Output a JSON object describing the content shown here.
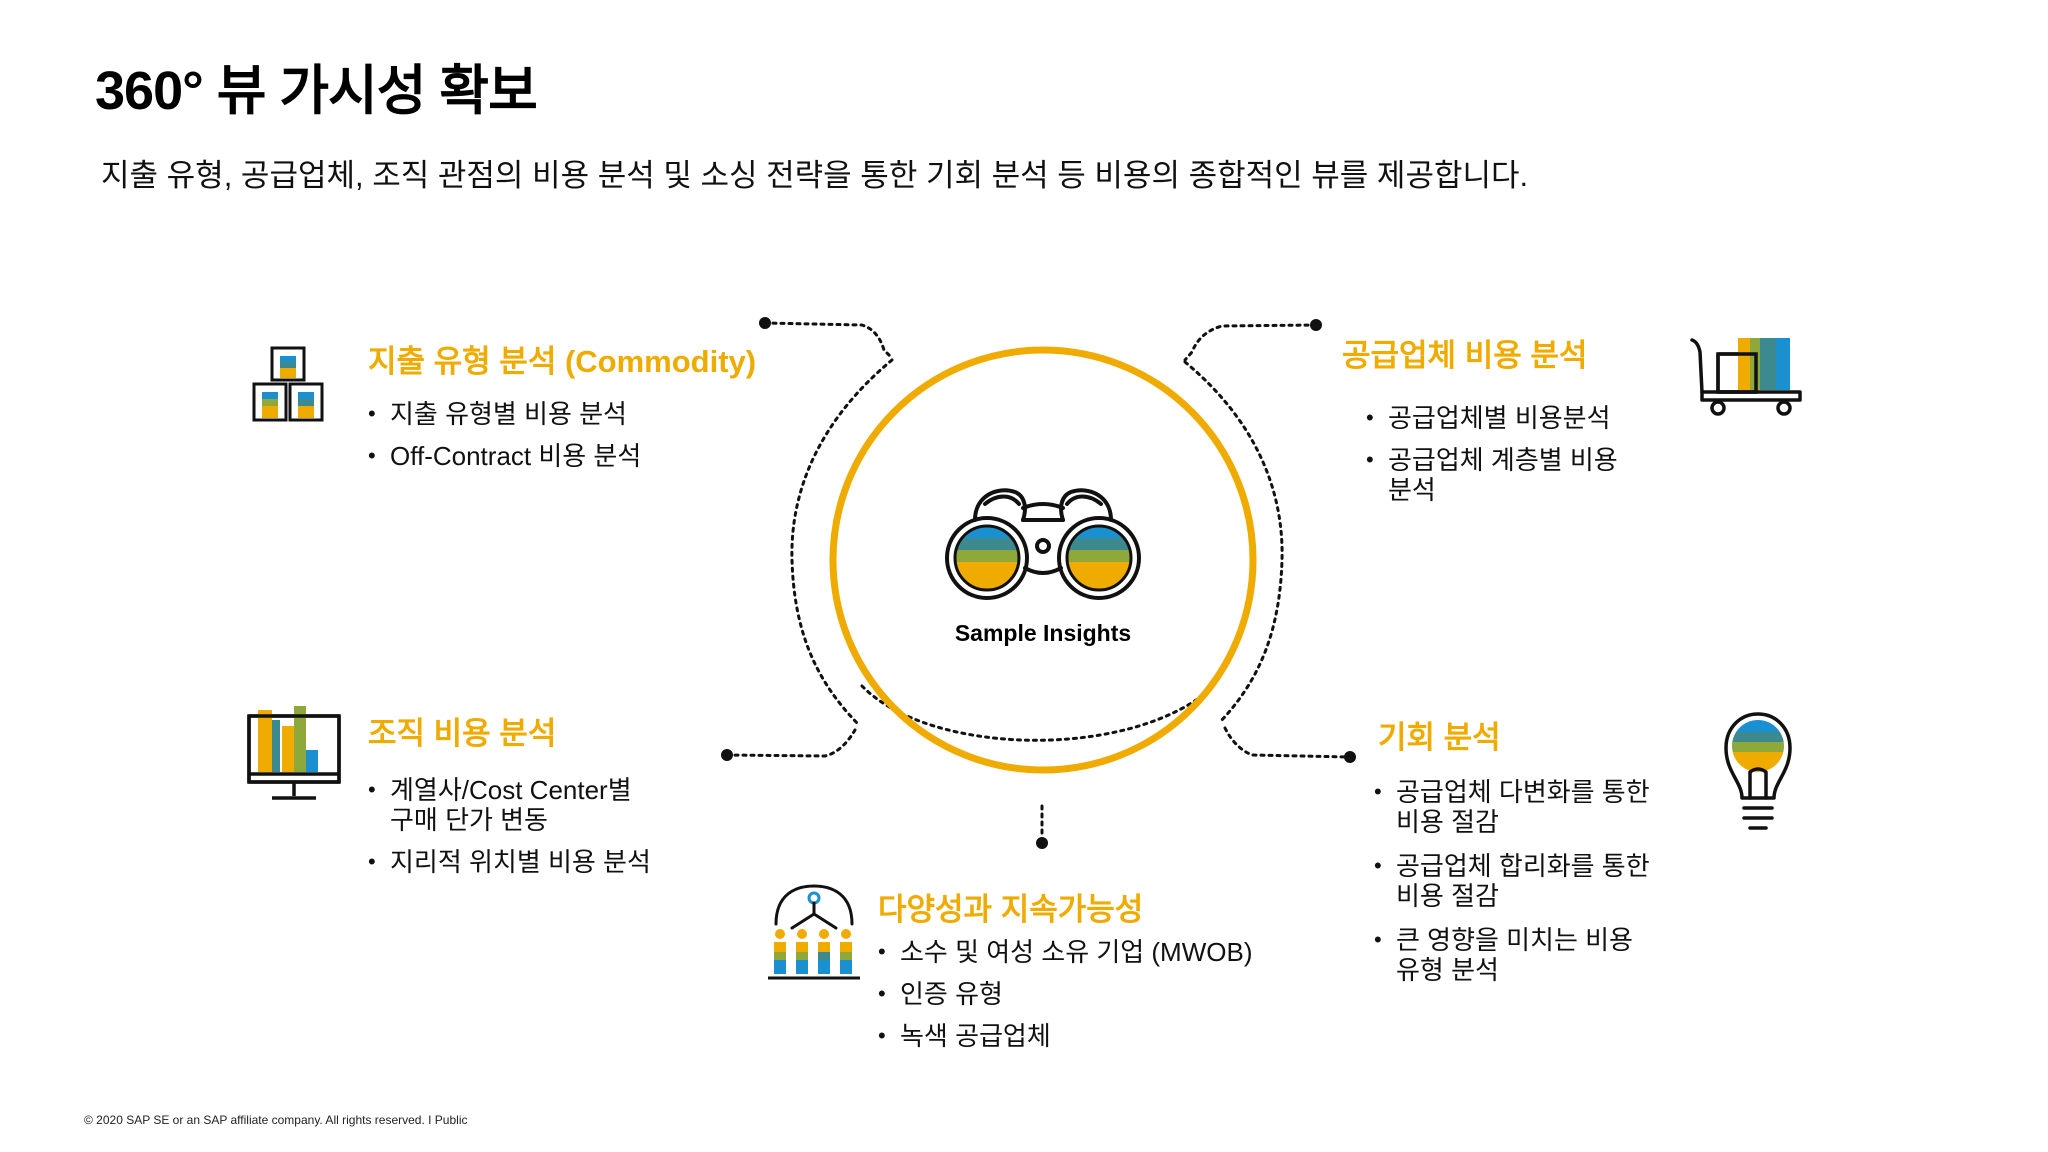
{
  "page": {
    "title": "360° 뷰 가시성 확보",
    "subtitle": "지출 유형, 공급업체, 조직 관점의 비용 분석 및 소싱 전략을 통한 기회 분석 등 비용의 종합적인 뷰를 제공합니다.",
    "footer": "© 2020 SAP SE or an SAP affiliate company. All rights reserved. I Public"
  },
  "center": {
    "label": "Sample Insights"
  },
  "sections": {
    "commodity": {
      "title": "지출 유형 분석 (Commodity)",
      "bullets": [
        "지출 유형별 비용 분석",
        "Off-Contract 비용 분석"
      ]
    },
    "supplier": {
      "title": "공급업체 비용 분석",
      "bullets": [
        "공급업체별 비용분석",
        "공급업체 계층별 비용\n분석"
      ]
    },
    "organization": {
      "title": "조직 비용 분석",
      "bullets": [
        "계열사/Cost Center별\n구매 단가 변동",
        "지리적 위치별 비용 분석"
      ]
    },
    "opportunity": {
      "title": "기회 분석",
      "bullets": [
        "공급업체 다변화를 통한\n비용 절감",
        "공급업체 합리화를 통한\n비용 절감",
        "큰 영향을 미치는 비용\n유형 분석"
      ]
    },
    "diversity": {
      "title": "다양성과 지속가능성",
      "bullets": [
        "소수 및 여성 소유 기업 (MWOB)",
        "인증 유형",
        "녹색 공급업체"
      ]
    }
  },
  "colors": {
    "accent": "#F0AB00",
    "blue": "#1B90D0",
    "teal": "#3C8A8F",
    "olive": "#8EA83C",
    "dark": "#111111"
  },
  "icons": {
    "center": "binoculars-icon",
    "commodity": "boxes-icon",
    "supplier": "cart-icon",
    "organization": "monitor-chart-icon",
    "opportunity": "lightbulb-icon",
    "diversity": "people-icon"
  }
}
